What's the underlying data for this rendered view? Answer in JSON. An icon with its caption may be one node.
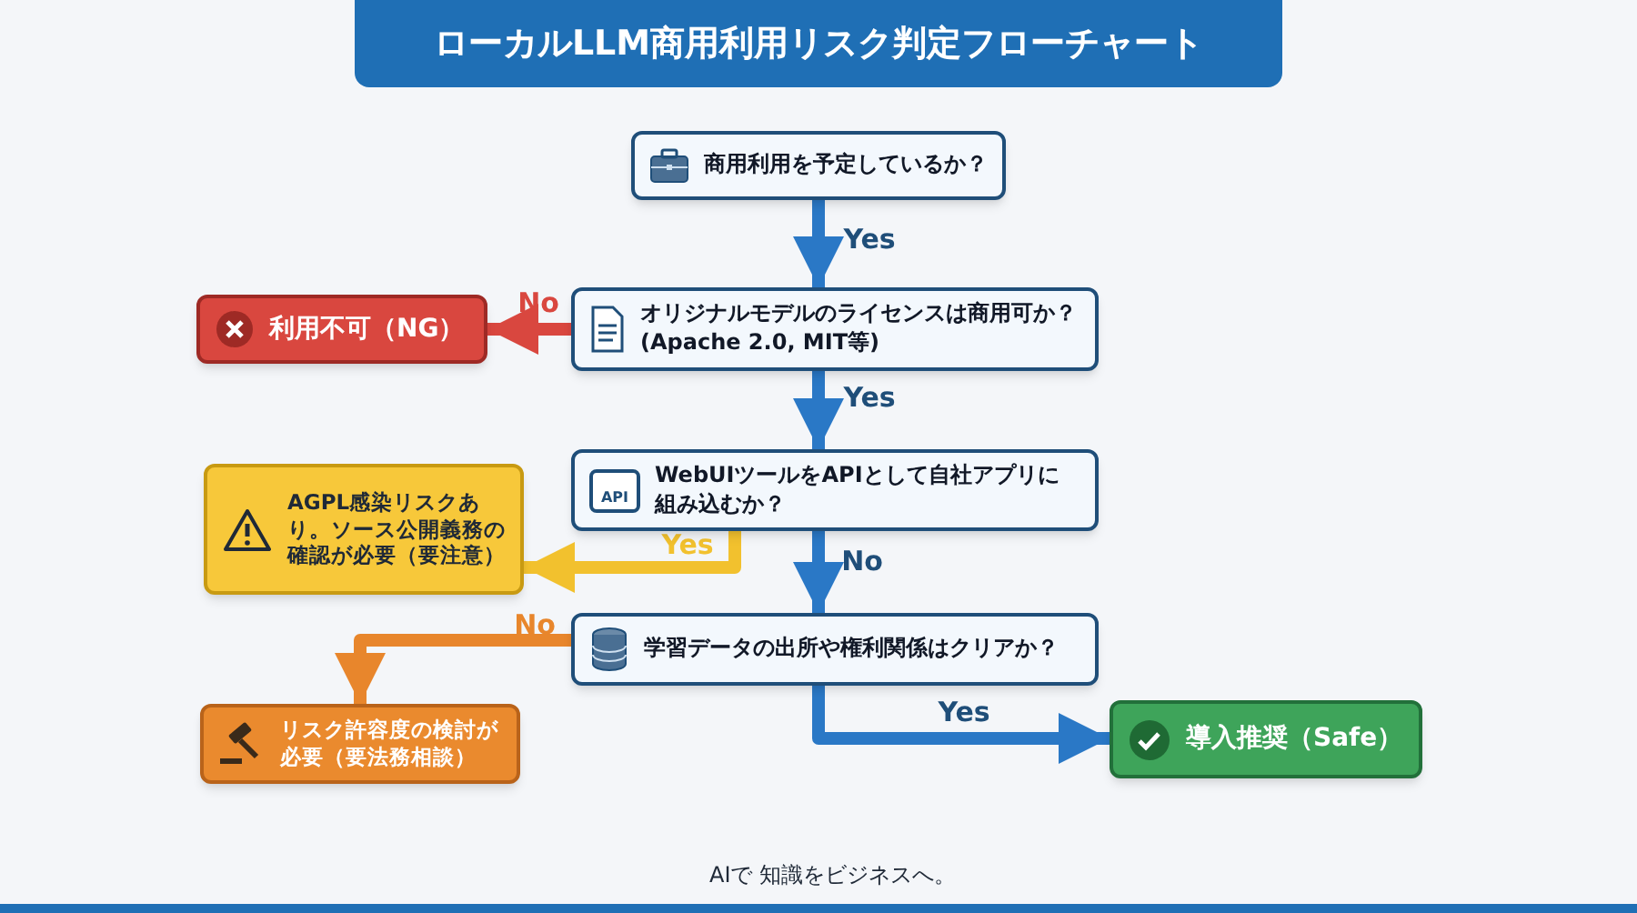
{
  "diagram": {
    "title": "ローカルLLM商用利用リスク判定フローチャート",
    "nodes": [
      {
        "text": [
          "商用利用を予定しているか？"
        ]
      },
      {
        "text": [
          "オリジナルモデルのライセンスは商用可か？ (Apache 2.0, MIT等)"
        ]
      },
      {
        "text": [
          "利用不可（NG）"
        ]
      },
      {
        "text": [
          "WebUIツールをAPIとして自社アプリに組み込むか？"
        ]
      },
      {
        "text": [
          "AGPL感染リスクあり。ソース公開義務の確認が必要（要注意）"
        ]
      },
      {
        "text": [
          "学習データの出所や権利関係はクリアか？"
        ]
      },
      {
        "text": [
          "リスク許容度の検討が必要（要法務相談）"
        ]
      },
      {
        "text": [
          "導入推奨（Safe）"
        ]
      }
    ],
    "edges": [
      {
        "from": 0,
        "to": 1,
        "arrow": "to",
        "label": "Yes"
      },
      {
        "from": 1,
        "to": 2,
        "arrow": "to",
        "label": "No",
        "color": "#d9473f"
      },
      {
        "from": 1,
        "to": 3,
        "arrow": "to",
        "label": "Yes"
      },
      {
        "from": 3,
        "to": 4,
        "arrow": "to",
        "label": "Yes",
        "color": "#f2c12e"
      },
      {
        "from": 3,
        "to": 5,
        "arrow": "to",
        "label": "No"
      },
      {
        "from": 5,
        "to": 6,
        "arrow": "to",
        "label": "No",
        "color": "#e8862c"
      },
      {
        "from": 5,
        "to": 7,
        "arrow": "to",
        "label": "Yes"
      }
    ],
    "labels": [
      "API",
      "AIで 知識をビジネスへ。"
    ]
  }
}
